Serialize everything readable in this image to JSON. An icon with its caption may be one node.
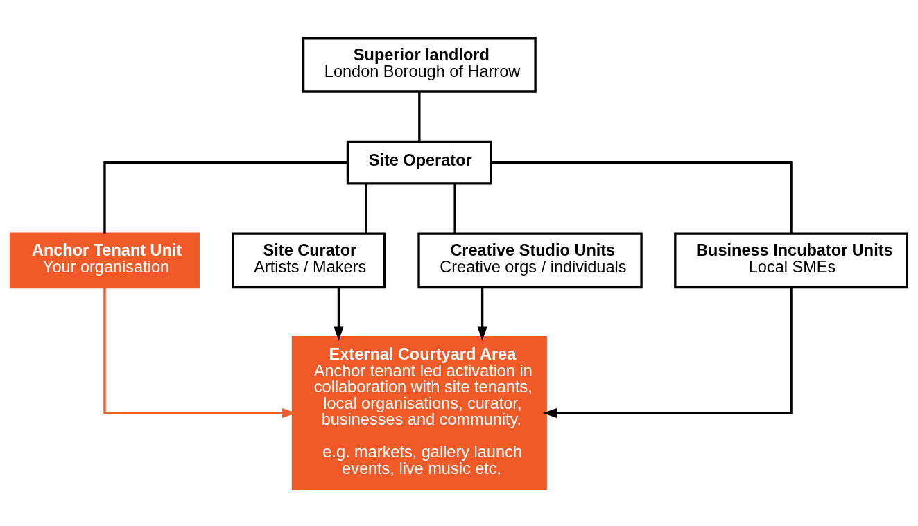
{
  "diagram": {
    "nodes": [
      {
        "text": [
          "Superior landlord",
          "London Borough of Harrow"
        ]
      },
      {
        "text": [
          "Site Operator"
        ]
      },
      {
        "text": [
          "Anchor Tenant Unit",
          "Your organisation"
        ]
      },
      {
        "text": [
          "Site Curator",
          "Artists / Makers"
        ]
      },
      {
        "text": [
          "Creative Studio Units",
          "Creative orgs / individuals"
        ]
      },
      {
        "text": [
          "Business Incubator Units",
          "Local SMEs"
        ]
      },
      {
        "text": [
          "External Courtyard Area",
          "Anchor tenant led activation in collaboration with site tenants, local organisations, curator, businesses and community.",
          "e.g. markets, gallery launch events, live music etc."
        ]
      }
    ],
    "edges": [
      {
        "from": 0,
        "to": 1,
        "arrow": "none"
      },
      {
        "from": 1,
        "to": 2,
        "arrow": "none"
      },
      {
        "from": 1,
        "to": 3,
        "arrow": "none"
      },
      {
        "from": 1,
        "to": 4,
        "arrow": "none"
      },
      {
        "from": 1,
        "to": 5,
        "arrow": "none"
      },
      {
        "from": 2,
        "to": 6,
        "arrow": "to",
        "color": "#f05a28"
      },
      {
        "from": 3,
        "to": 6,
        "arrow": "to"
      },
      {
        "from": 4,
        "to": 6,
        "arrow": "to"
      },
      {
        "from": 5,
        "to": 6,
        "arrow": "to"
      }
    ]
  }
}
